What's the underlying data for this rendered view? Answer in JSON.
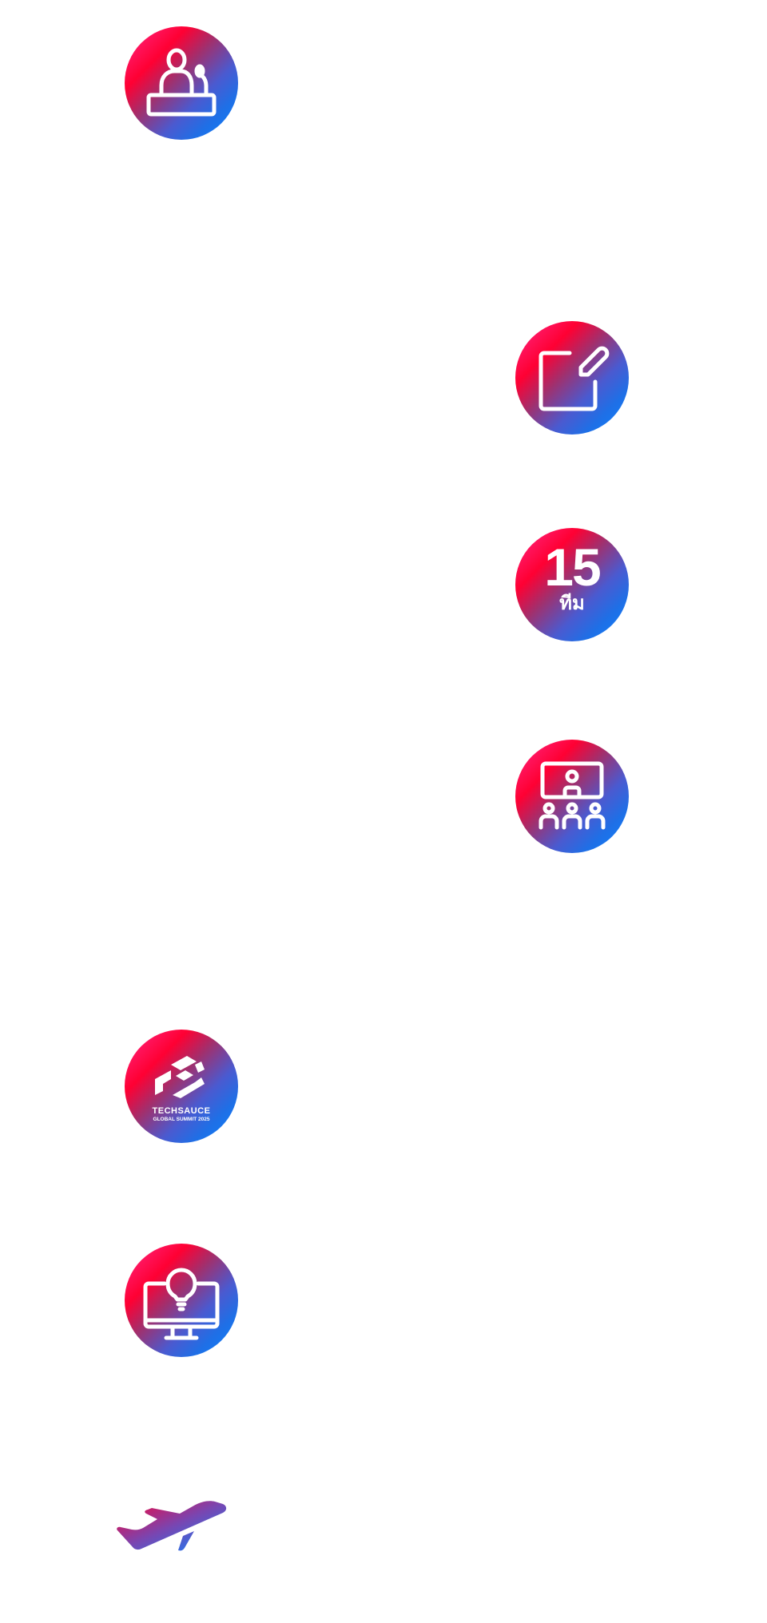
{
  "icons": [
    {
      "name": "speaker-podium-icon"
    },
    {
      "name": "edit-icon"
    },
    {
      "name": "team-count-icon",
      "number": "15",
      "unit": "ทีม"
    },
    {
      "name": "presentation-audience-icon"
    },
    {
      "name": "techsauce-logo-icon",
      "title": "TECHSAUCE",
      "subtitle": "GLOBAL SUMMIT 2025"
    },
    {
      "name": "idea-monitor-icon"
    },
    {
      "name": "airplane-icon"
    }
  ],
  "colors": {
    "gradient_start": "#ff0033",
    "gradient_end": "#0a84ff"
  }
}
